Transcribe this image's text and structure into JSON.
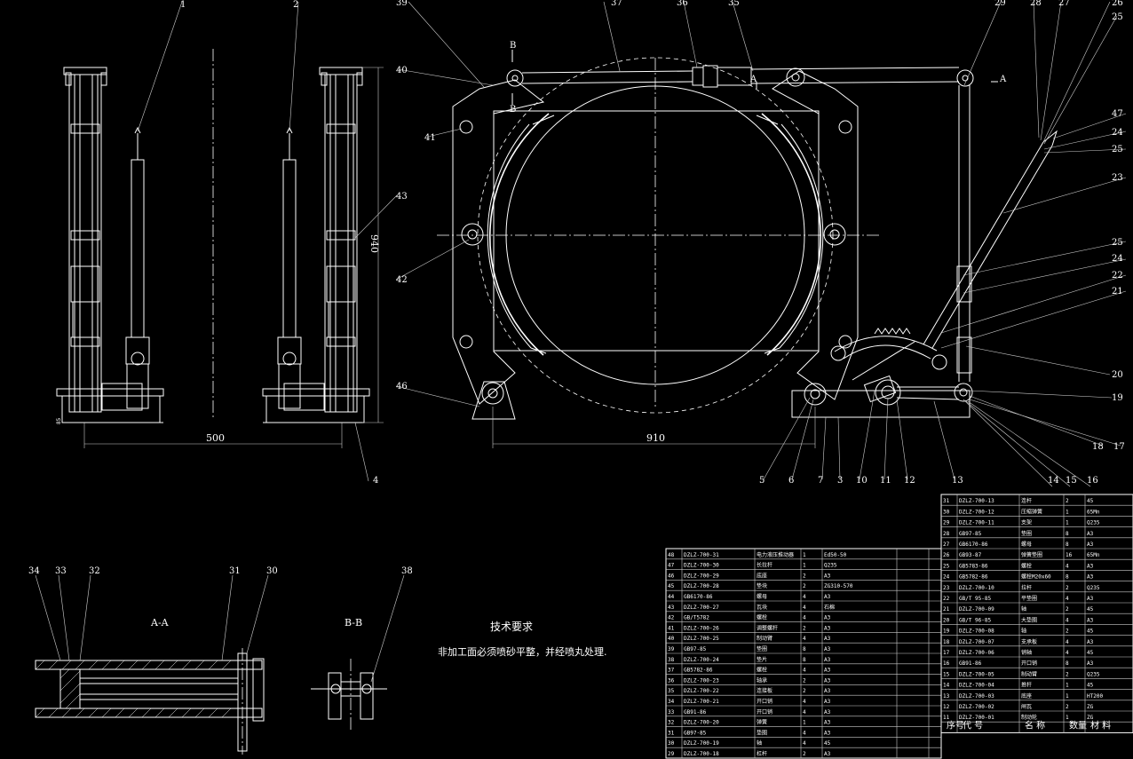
{
  "title_dims": {
    "width_500": "500",
    "width_910": "910",
    "height_940": "940",
    "small_dim": "85"
  },
  "section_labels": {
    "aa": "A-A",
    "bb": "B-B",
    "a_mark": "A",
    "b_mark": "B"
  },
  "tech_req": {
    "heading": "技术要求",
    "line1": "非加工面必须喷砂平整，并经喷丸处理."
  },
  "balloons_top": [
    "1",
    "2",
    "39",
    "37",
    "36",
    "35",
    "29",
    "28",
    "27",
    "26"
  ],
  "balloons_right": [
    "25",
    "47",
    "24",
    "25",
    "23",
    "25",
    "24",
    "22",
    "21",
    "20",
    "19",
    "18",
    "17"
  ],
  "balloons_left": [
    "40",
    "41",
    "43",
    "42",
    "46",
    "4"
  ],
  "balloons_bottom": [
    "5",
    "6",
    "7",
    "3",
    "10",
    "11",
    "12",
    "13",
    "14",
    "15",
    "16"
  ],
  "balloons_section": [
    "34",
    "33",
    "32",
    "31",
    "30",
    "38"
  ],
  "bom_right": {
    "header": [
      "序号",
      "代 号",
      "名 称",
      "数量",
      "材 料"
    ],
    "rows": [
      [
        "31",
        "DZLZ-700-13",
        "连杆",
        "2",
        "45"
      ],
      [
        "30",
        "DZLZ-700-12",
        "压缩弹簧",
        "1",
        "65Mn"
      ],
      [
        "29",
        "DZLZ-700-11",
        "支架",
        "1",
        "Q235"
      ],
      [
        "28",
        "GB97-85",
        "垫圈",
        "8",
        "A3"
      ],
      [
        "27",
        "GB6170-86",
        "螺母",
        "8",
        "A3"
      ],
      [
        "26",
        "GB93-87",
        "弹簧垫圈",
        "16",
        "65Mn"
      ],
      [
        "25",
        "GB5783-86",
        "螺栓",
        "4",
        "A3"
      ],
      [
        "24",
        "GB5782-86",
        "螺栓M20x60",
        "8",
        "A3"
      ],
      [
        "23",
        "DZLZ-700-10",
        "拉杆",
        "2",
        "Q235"
      ],
      [
        "22",
        "GB/T 95-85",
        "平垫圈",
        "4",
        "A3"
      ],
      [
        "21",
        "DZLZ-700-09",
        "轴",
        "2",
        "45"
      ],
      [
        "20",
        "GB/T 96-85",
        "大垫圈",
        "4",
        "A3"
      ],
      [
        "19",
        "DZLZ-700-08",
        "轴",
        "2",
        "45"
      ],
      [
        "18",
        "DZLZ-700-07",
        "支承板",
        "4",
        "A3"
      ],
      [
        "17",
        "DZLZ-700-06",
        "销轴",
        "4",
        "45"
      ],
      [
        "16",
        "GB91-86",
        "开口销",
        "8",
        "A3"
      ],
      [
        "15",
        "DZLZ-700-05",
        "制动臂",
        "2",
        "Q235"
      ],
      [
        "14",
        "DZLZ-700-04",
        "推杆",
        "1",
        "45"
      ],
      [
        "13",
        "DZLZ-700-03",
        "底座",
        "1",
        "HT200"
      ],
      [
        "12",
        "DZLZ-700-02",
        "闸瓦",
        "2",
        "ZG"
      ],
      [
        "11",
        "DZLZ-700-01",
        "制动轮",
        "1",
        "ZG"
      ]
    ]
  },
  "bom_left": {
    "rows": [
      [
        "48",
        "DZLZ-700-31",
        "电力液压推动器",
        "1",
        "Ed50-50"
      ],
      [
        "47",
        "DZLZ-700-30",
        "长拉杆",
        "1",
        "Q235"
      ],
      [
        "46",
        "DZLZ-700-29",
        "底座",
        "2",
        "A3"
      ],
      [
        "45",
        "DZLZ-700-28",
        "垫块",
        "2",
        "ZG310-570"
      ],
      [
        "44",
        "GB6170-86",
        "螺母",
        "4",
        "A3"
      ],
      [
        "43",
        "DZLZ-700-27",
        "瓦块",
        "4",
        "石棉"
      ],
      [
        "42",
        "GB/T5782",
        "螺栓",
        "4",
        "A3"
      ],
      [
        "41",
        "DZLZ-700-26",
        "调整螺杆",
        "2",
        "A3"
      ],
      [
        "40",
        "DZLZ-700-25",
        "制动臂",
        "4",
        "A3"
      ],
      [
        "39",
        "GB97-85",
        "垫圈",
        "8",
        "A3"
      ],
      [
        "38",
        "DZLZ-700-24",
        "垫片",
        "8",
        "A3"
      ],
      [
        "37",
        "GB5782-86",
        "螺栓",
        "4",
        "A3"
      ],
      [
        "36",
        "DZLZ-700-23",
        "轴承",
        "2",
        "A3"
      ],
      [
        "35",
        "DZLZ-700-22",
        "连接板",
        "2",
        "A3"
      ],
      [
        "34",
        "DZLZ-700-21",
        "开口销",
        "4",
        "A3"
      ],
      [
        "33",
        "GB91-86",
        "开口销",
        "4",
        "A3"
      ],
      [
        "32",
        "DZLZ-700-20",
        "弹簧",
        "1",
        "A3"
      ],
      [
        "31",
        "GB97-85",
        "垫圈",
        "4",
        "A3"
      ],
      [
        "30",
        "DZLZ-700-19",
        "轴",
        "4",
        "45"
      ],
      [
        "29",
        "DZLZ-700-18",
        "杠杆",
        "2",
        "A3"
      ]
    ]
  },
  "bottom_right_text": "技术要求"
}
